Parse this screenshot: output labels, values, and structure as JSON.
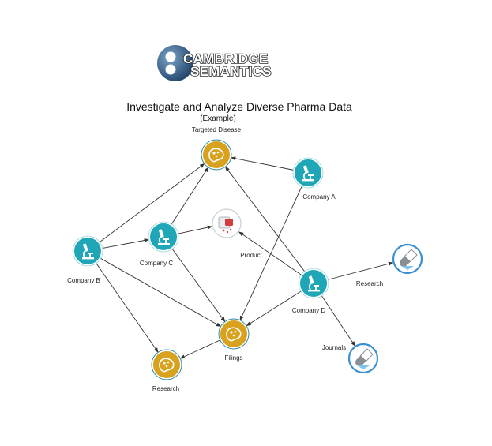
{
  "logo": {
    "line1": "CAMBRIDGE",
    "line2": "SEMANTICS"
  },
  "title": "Investigate and Analyze Diverse Pharma Data",
  "subtitle": "(Example)",
  "nodes": [
    {
      "id": "targeted-disease",
      "type": "disease",
      "label": "Targeted Disease"
    },
    {
      "id": "company-a",
      "type": "company",
      "label": "Company A"
    },
    {
      "id": "product",
      "type": "product",
      "label": "Product"
    },
    {
      "id": "company-c",
      "type": "company",
      "label": "Company C"
    },
    {
      "id": "company-b",
      "type": "company",
      "label": "Company B"
    },
    {
      "id": "company-d",
      "type": "company",
      "label": "Company D"
    },
    {
      "id": "research-top",
      "type": "document",
      "label": "Research"
    },
    {
      "id": "filings",
      "type": "disease",
      "label": "Filings"
    },
    {
      "id": "research-bottom",
      "type": "disease",
      "label": "Research"
    },
    {
      "id": "journals",
      "type": "document",
      "label": "Journals"
    }
  ],
  "edges": [
    [
      "company-a",
      "targeted-disease"
    ],
    [
      "company-a",
      "filings"
    ],
    [
      "company-b",
      "targeted-disease"
    ],
    [
      "company-b",
      "company-c"
    ],
    [
      "company-b",
      "filings"
    ],
    [
      "company-b",
      "research-bottom"
    ],
    [
      "company-c",
      "targeted-disease"
    ],
    [
      "company-c",
      "product"
    ],
    [
      "company-c",
      "filings"
    ],
    [
      "company-d",
      "targeted-disease"
    ],
    [
      "company-d",
      "product"
    ],
    [
      "company-d",
      "filings"
    ],
    [
      "company-d",
      "research-top"
    ],
    [
      "company-d",
      "journals"
    ],
    [
      "filings",
      "research-bottom"
    ]
  ],
  "colors": {
    "company": "#1fa7b8",
    "disease": "#d8a11e",
    "document": "#3a8fd0",
    "edge": "#333333"
  }
}
